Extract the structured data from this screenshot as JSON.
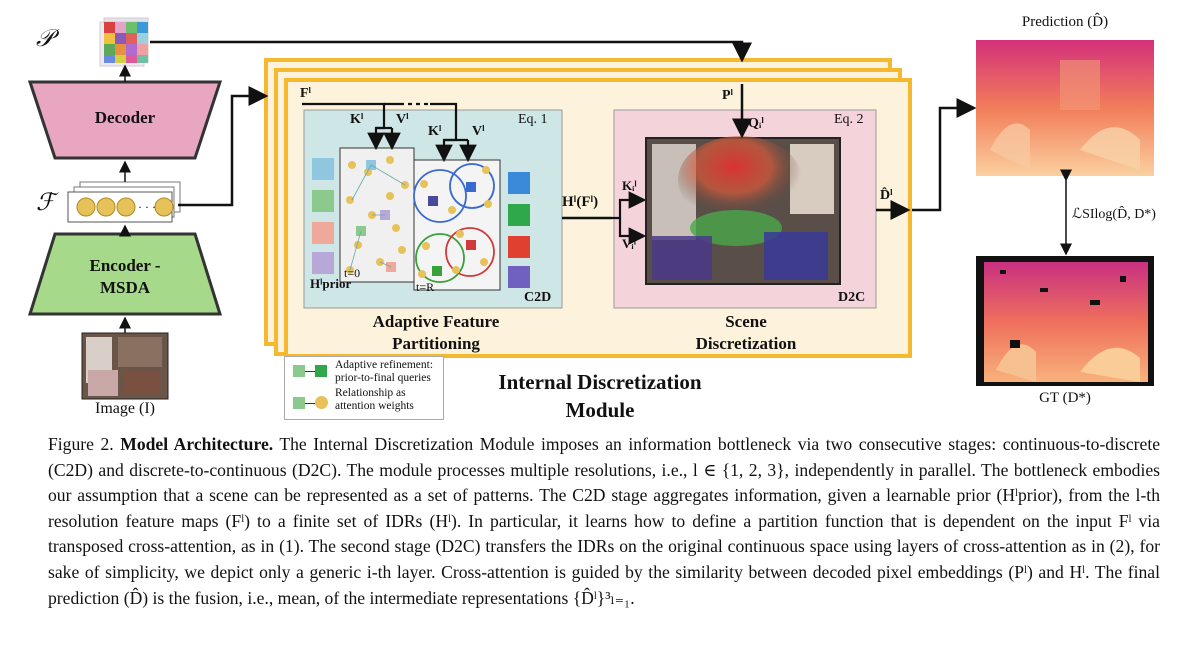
{
  "figure": {
    "labels": {
      "P_symbol": "𝒫",
      "F_symbol": "ℱ",
      "decoder": "Decoder",
      "encoder_line1": "Encoder -",
      "encoder_line2": "MSDA",
      "image_label": "Image (I)",
      "Fl": "Fˡ",
      "Pl": "Pˡ",
      "Kl_1": "Kˡ",
      "Vl_1": "Vˡ",
      "Kl_2": "Kˡ",
      "Vl_2": "Vˡ",
      "eq1": "Eq. 1",
      "eq2": "Eq. 2",
      "Qi": "Qᵢˡ",
      "Ki": "Kᵢˡ",
      "Vi": "Vᵢˡ",
      "HlFl": "Hˡ(Fˡ)",
      "Dhat_l": "D̂ˡ",
      "t0": "t=0",
      "tR": "t=R",
      "Hprior": "Hˡprior",
      "c2d": "C2D",
      "d2c": "D2C",
      "afp_line1": "Adaptive Feature",
      "afp_line2": "Partitioning",
      "sd_line1": "Scene",
      "sd_line2": "Discretization",
      "idm_line1": "Internal Discretization",
      "idm_line2": "Module",
      "prediction": "Prediction (D̂)",
      "loss": "ℒSIlog(D̂, D*)",
      "gt": "GT (D*)",
      "legend_1a": "Adaptive refinement:",
      "legend_1b": "prior-to-final queries",
      "legend_2a": "Relationship as",
      "legend_2b": "attention weights"
    },
    "colors": {
      "orange": "#f5b82e",
      "cream": "#fdf3dc",
      "decoder_fill": "#e8a6c0",
      "encoder_fill": "#a6d98a",
      "c2d_fill": "#cfe6e6",
      "d2c_fill": "#f5d3da"
    }
  },
  "caption": {
    "fig_num": "Figure 2.",
    "title": "Model Architecture.",
    "text": " The Internal Discretization Module imposes an information bottleneck via two consecutive stages: continuous-to-discrete (C2D) and discrete-to-continuous (D2C). The module processes multiple resolutions, i.e., l ∈ {1, 2, 3}, independently in parallel. The bottleneck embodies our assumption that a scene can be represented as a set of patterns. The C2D stage aggregates information, given a learnable prior (Hˡprior), from the l-th resolution feature maps (Fˡ) to a finite set of IDRs (Hˡ). In particular, it learns how to define a partition function that is dependent on the input Fˡ via transposed cross-attention, as in (1). The second stage (D2C) transfers the IDRs on the original continuous space using layers of cross-attention as in (2), for sake of simplicity, we depict only a generic i-th layer. Cross-attention is guided by the similarity between decoded pixel embeddings (Pˡ) and Hˡ. The final prediction (D̂) is the fusion, i.e., mean, of the intermediate representations {D̂ˡ}³ₗ₌₁."
  }
}
